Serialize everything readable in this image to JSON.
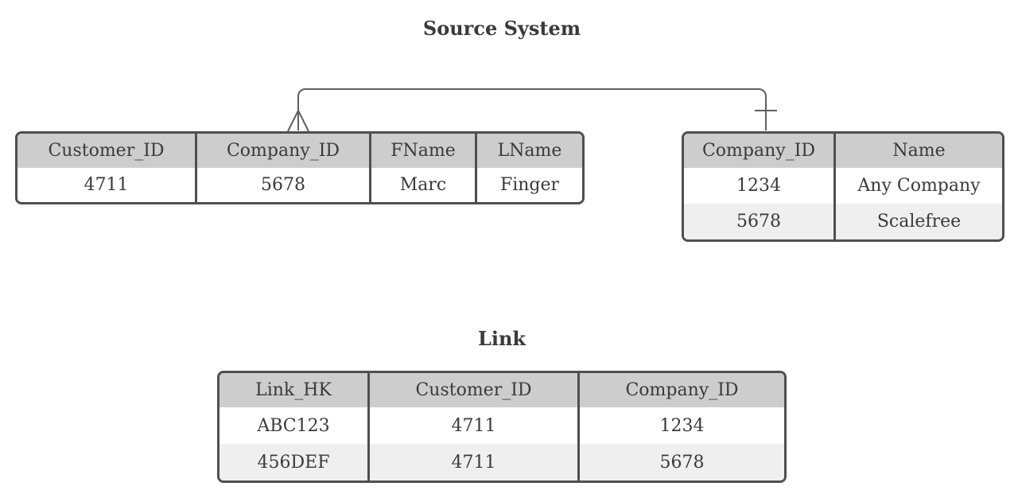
{
  "titles": {
    "source_system": "Source System",
    "link": "Link"
  },
  "tables": {
    "customer": {
      "headers": [
        "Customer_ID",
        "Company_ID",
        "FName",
        "LName"
      ],
      "rows": [
        [
          "4711",
          "5678",
          "Marc",
          "Finger"
        ]
      ]
    },
    "company": {
      "headers": [
        "Company_ID",
        "Name"
      ],
      "rows": [
        [
          "1234",
          "Any Company"
        ],
        [
          "5678",
          "Scalefree"
        ]
      ]
    },
    "link": {
      "headers": [
        "Link_HK",
        "Customer_ID",
        "Company_ID"
      ],
      "rows": [
        [
          "ABC123",
          "4711",
          "1234"
        ],
        [
          "456DEF",
          "4711",
          "5678"
        ]
      ]
    }
  },
  "relationship": {
    "from_table": "customer",
    "from_column": "Company_ID",
    "from_cardinality": "many",
    "to_table": "company",
    "to_column": "Company_ID",
    "to_cardinality": "one"
  },
  "icons": {
    "crows_foot_many": "crow's-foot (many) fork glyph",
    "one_tick": "single cross tick (one) glyph"
  },
  "colors": {
    "background": "#ffffff",
    "table_border": "#4f4f4f",
    "header_bg": "#cdcdcd",
    "row_alt_bg": "#efefef",
    "text": "#3a3a3a",
    "connector_line": "#5f5f5f"
  }
}
